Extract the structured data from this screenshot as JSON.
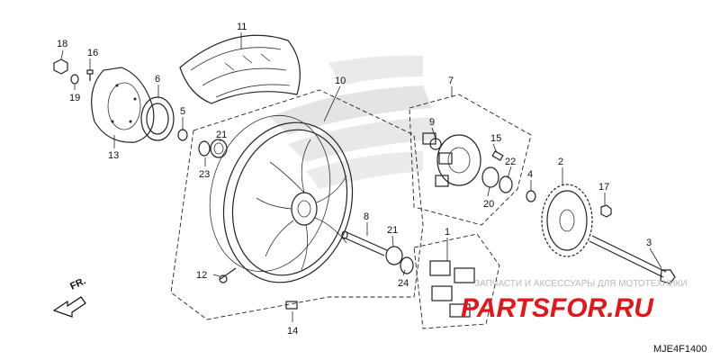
{
  "diagram": {
    "code": "MJE4F1400",
    "direction_label": "FR."
  },
  "callouts": [
    {
      "id": "c1",
      "label": "1"
    },
    {
      "id": "c2",
      "label": "2"
    },
    {
      "id": "c3",
      "label": "3"
    },
    {
      "id": "c4",
      "label": "4"
    },
    {
      "id": "c5",
      "label": "5"
    },
    {
      "id": "c6",
      "label": "6"
    },
    {
      "id": "c7",
      "label": "7"
    },
    {
      "id": "c8",
      "label": "8"
    },
    {
      "id": "c9",
      "label": "9"
    },
    {
      "id": "c10",
      "label": "10"
    },
    {
      "id": "c11",
      "label": "11"
    },
    {
      "id": "c12",
      "label": "12"
    },
    {
      "id": "c13",
      "label": "13"
    },
    {
      "id": "c14",
      "label": "14"
    },
    {
      "id": "c15",
      "label": "15"
    },
    {
      "id": "c16",
      "label": "16"
    },
    {
      "id": "c17",
      "label": "17"
    },
    {
      "id": "c18",
      "label": "18"
    },
    {
      "id": "c19",
      "label": "19"
    },
    {
      "id": "c20",
      "label": "20"
    },
    {
      "id": "c21a",
      "label": "21"
    },
    {
      "id": "c21b",
      "label": "21"
    },
    {
      "id": "c22",
      "label": "22"
    },
    {
      "id": "c23",
      "label": "23"
    },
    {
      "id": "c24",
      "label": "24"
    }
  ],
  "watermark": {
    "tagline": "ЗАПЧАСТИ И АКСЕССУАРЫ ДЛЯ МОТОТЕХНИКИ",
    "brand": "PARTSFOR.RU",
    "colors": {
      "brand": "#e3161b",
      "tagline": "#b9b9b9"
    }
  },
  "background_logo": {
    "icon": "wing-logo-icon",
    "color": "#c9c9c9"
  }
}
